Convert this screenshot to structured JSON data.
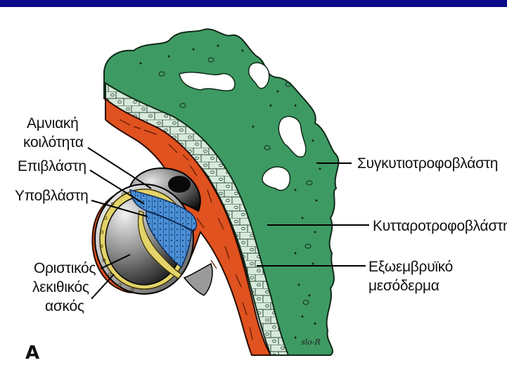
{
  "labels": {
    "amniotic_cavity_line1": "Αμνιακή",
    "amniotic_cavity_line2": "κοιλότητα",
    "epiblast": "Επιβλάστη",
    "hypoblast": "Υποβλάστη",
    "definitive_yolk_sac_line1": "Οριστικός",
    "definitive_yolk_sac_line2": "λεκιθικός",
    "definitive_yolk_sac_line3": "ασκός",
    "syncytiotrophoblast": "Συγκυτιοτροφοβλάστη",
    "cytotrophoblast": "Κυτταροτροφοβλάστη",
    "extraembryonic_mesoderm_line1": "Εξωεμβρυϊκό",
    "extraembryonic_mesoderm_line2": "μεσόδερμα",
    "panel_letter": "A",
    "signature": "slo-R"
  },
  "colors": {
    "background_border": "#0b0b8a",
    "syncytiotrophoblast": "#3e9a63",
    "cytotrophoblast": "#d7eadb",
    "mesoderm": "#e0521f",
    "epiblast": "#4a8fd6",
    "hypoblast": "#e3d36a"
  }
}
